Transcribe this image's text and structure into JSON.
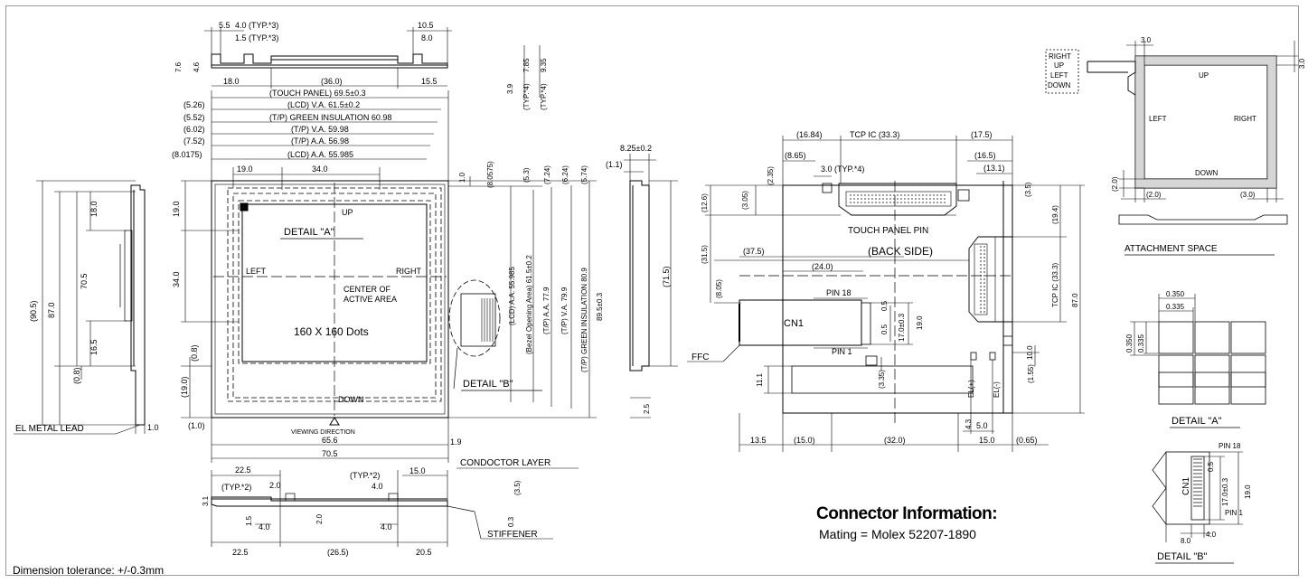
{
  "front": {
    "top_dims": [
      "5.5",
      "4.0 (TYP.*3)",
      "1.5 (TYP.*3)",
      "10.5",
      "8.0",
      "18.0",
      "(36.0)",
      "15.5"
    ],
    "side_small": [
      "7.6",
      "4.6",
      "3.9",
      "(TYP.*4)",
      "7.85",
      "(TYP.*4)",
      "9.35"
    ],
    "widths": [
      "(TOUCH PANEL) 69.5±0.3",
      "(LCD) V.A. 61.5±0.2",
      "(T/P) GREEN INSULATION 60.98",
      "(T/P) V.A. 59.98",
      "(T/P) A.A. 56.98",
      "(LCD) A.A. 55.985"
    ],
    "width_offsets": [
      "(5.26)",
      "(5.52)",
      "(6.02)",
      "(7.52)",
      "(8.0175)"
    ],
    "inner_h": [
      "19.0",
      "34.0"
    ],
    "right_offsets": [
      "(8.0575)",
      "(5.3)",
      "(7.24)",
      "(6.24)",
      "(5.74)"
    ],
    "heights": [
      "(LCD) A.A. 55.985",
      "(Bezel Opening Area) 61.5±0.2",
      "(T/P) A.A. 77.9",
      "(T/P) V.A. 79.9",
      "(T/P) GREEN INSULATION 80.9",
      "89.5±0.3"
    ],
    "left_vert": [
      "19.0",
      "34.0",
      "(0.8)",
      "(19.0)",
      "(1.0)"
    ],
    "labels": {
      "up": "UP",
      "down": "DOWN",
      "left": "LEFT",
      "right": "RIGHT",
      "center": "CENTER OF",
      "center2": "ACTIVE AREA",
      "dots": "160 X 160 Dots",
      "detail_a": "DETAIL \"A\"",
      "detail_b": "DETAIL \"B\"",
      "viewing": "VIEWING DIRECTION"
    },
    "bottom": [
      "65.6",
      "70.5",
      "1.9"
    ],
    "one_zero": "1.0"
  },
  "left_side": {
    "dims": [
      "(90.5)",
      "87.0",
      "70.5",
      "18.0",
      "16.5",
      "(0.8)",
      "1.0"
    ],
    "lead_label": "EL METAL LEAD"
  },
  "right_side": {
    "dims": [
      "8.25±0.2",
      "(1.1)",
      "(71.5)",
      "2.5"
    ]
  },
  "bottom_view": {
    "dims": [
      "22.5",
      "(TYP.*2)",
      "2.0",
      "(TYP.*2)",
      "15.0",
      "4.0",
      "(3.5)",
      "3.1",
      "1.5",
      "4.0",
      "2.0",
      "4.0",
      "0.3",
      "22.5",
      "(26.5)",
      "20.5"
    ],
    "labels": [
      "CONDOCTOR LAYER",
      "STIFFENER"
    ]
  },
  "back": {
    "top_dims": [
      "(16.84)",
      "TCP IC (33.3)",
      "(17.5)",
      "(8.65)",
      "(16.5)",
      "3.0 (TYP.*4)",
      "(13.1)"
    ],
    "left_dims": [
      "(2.35)",
      "(3.05)",
      "(12.6)",
      "(31.5)",
      "(8.05)",
      "11.1"
    ],
    "right_dims": [
      "(3.5)",
      "(19.4)",
      "TCP IC (33.3)",
      "87.0",
      "10.0",
      "(1.55)"
    ],
    "mid_dims": [
      "(37.5)",
      "(24.0)",
      "0.5",
      "17.0±0.3",
      "19.0",
      "0.5",
      "(3.35)"
    ],
    "labels": {
      "touch_pin": "TOUCH PANEL PIN",
      "back_side": "(BACK SIDE)",
      "pin18": "PIN 18",
      "pin1": "PIN 1",
      "cn1": "CN1",
      "ffc": "FFC",
      "elp": "EL(+)",
      "elm": "EL(-)"
    },
    "bottom_dims": [
      "13.5",
      "(15.0)",
      "(32.0)",
      "4.3",
      "5.0",
      "15.0",
      "(0.65)"
    ]
  },
  "connector": {
    "title": "Connector Information:",
    "detail": "Mating = Molex  52207-1890"
  },
  "attachment": {
    "legend": [
      "RIGHT",
      "UP",
      "LEFT",
      "DOWN"
    ],
    "dims": [
      "3.0",
      "3.0",
      "(2.0)",
      "(2.0)",
      "(3.0)"
    ],
    "labels": [
      "UP",
      "LEFT",
      "RIGHT",
      "DOWN"
    ],
    "title": "ATTACHMENT SPACE"
  },
  "detail_a": {
    "dims": [
      "0.350",
      "0.335",
      "0.350",
      "0.335"
    ],
    "title": "DETAIL \"A\""
  },
  "detail_b": {
    "dims": [
      "PIN 18",
      "CN1",
      "0.5",
      "17.0±0.3",
      "19.0",
      "PIN 1",
      "4.0",
      "8.0"
    ],
    "title": "DETAIL \"B\""
  },
  "note": "Dimension tolerance: +/-0.3mm"
}
